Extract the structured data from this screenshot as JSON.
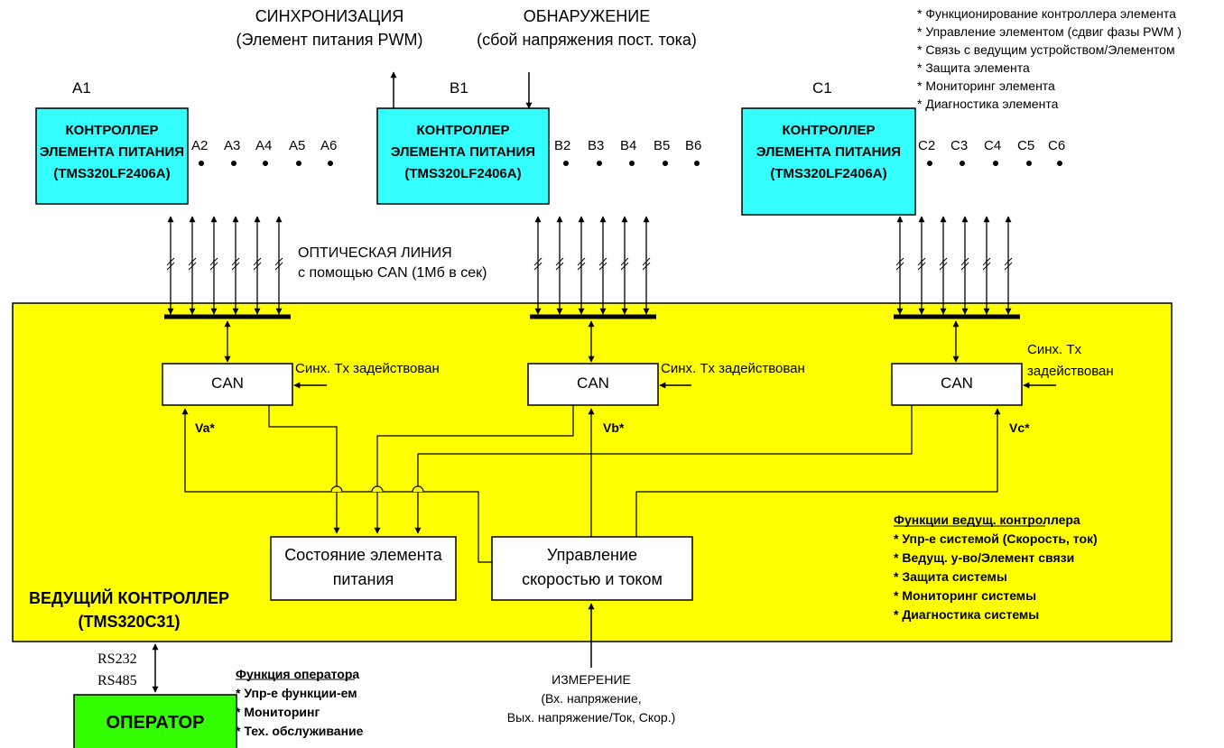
{
  "top_labels": {
    "sync": [
      "СИНХРОНИЗАЦИЯ",
      "(Элемент питания PWM)"
    ],
    "detect": [
      "ОБНАРУЖЕНИЕ",
      "(сбой напряжения пост. тока)"
    ]
  },
  "cell_functions": [
    "* Функционирование контроллера элемента",
    "* Управление элементом (сдвиг фазы PWM )",
    "* Связь с ведущим устройством/Элементом",
    "* Защита элемента",
    "* Мониторинг элемента",
    "*  Диагностика элемента"
  ],
  "phases": [
    {
      "tag": "A1",
      "box": [
        "КОНТРОЛЛЕР",
        "ЭЛЕМЕНТА ПИТАНИЯ",
        "(TMS320LF2406A)"
      ],
      "cells": [
        "A2",
        "A3",
        "A4",
        "A5",
        "A6"
      ],
      "can": "CAN",
      "ref": "Va*"
    },
    {
      "tag": "B1",
      "box": [
        "КОНТРОЛЛЕР",
        "ЭЛЕМЕНТА ПИТАНИЯ",
        "(TMS320LF2406A)"
      ],
      "cells": [
        "B2",
        "B3",
        "B4",
        "B5",
        "B6"
      ],
      "can": "CAN",
      "ref": "Vb*"
    },
    {
      "tag": "C1",
      "box": [
        "КОНТРОЛЛЕР",
        "ЭЛЕМЕНТА ПИТАНИЯ",
        "(TMS320LF2406A)"
      ],
      "cells": [
        "C2",
        "C3",
        "C4",
        "C5",
        "C6"
      ],
      "can": "CAN",
      "ref": "Vc*"
    }
  ],
  "optical_link": [
    "ОПТИЧЕСКАЯ ЛИНИЯ",
    "с помощью CAN (1Мб в сек)"
  ],
  "sync_tx": {
    "a": "Синх. Tx задействован",
    "b": "Синх. Tx задействован",
    "c": [
      "Синх. Tx",
      "задействован"
    ]
  },
  "state_box": [
    "Состояние элемента",
    "питания"
  ],
  "control_box": [
    "Управление",
    "скоростью и током"
  ],
  "master": {
    "title": [
      "ВЕДУЩИЙ КОНТРОЛЛЕР",
      "(TMS320C31)"
    ],
    "functions_title": "Функции ведущ. контроллера",
    "functions": [
      "* Упр-е системой (Скорость, ток)",
      "* Ведущ. у-во/Элемент связи",
      "* Защита системы",
      "* Мониторинг системы",
      "* Диагностика системы"
    ]
  },
  "serial": [
    "RS232",
    "RS485"
  ],
  "measurement": [
    "ИЗМЕРЕНИЕ",
    "(Вх. напряжение,",
    "Вых. напряжение/Ток, Скор.)"
  ],
  "operator": {
    "label": "ОПЕРАТОР",
    "functions_title": "Функция оператора",
    "functions": [
      "* Упр-е функции-ем",
      "* Мониторинг",
      "* Тех. обслуживание"
    ]
  },
  "colors": {
    "master_fill": "#ffff00",
    "cell_controller_fill": "#33ffff",
    "operator_fill": "#33ff00",
    "line": "#000000"
  }
}
